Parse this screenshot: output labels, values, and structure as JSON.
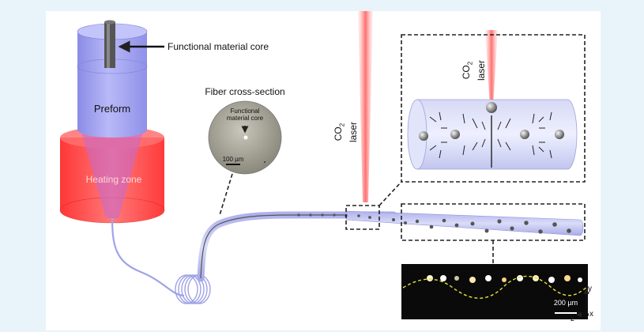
{
  "labels": {
    "functional_core": "Functional material core",
    "preform": "Preform",
    "heating_zone": "Heating zone",
    "fiber_cross_section": "Fiber cross-section",
    "cs_core_line1": "Functional",
    "cs_core_line2": "material core",
    "scale_100": "100 µm",
    "laser_co": "CO",
    "laser_sub": "2",
    "laser_word": "laser",
    "scale_200": "200 µm",
    "axis_y": "y",
    "axis_x": "x",
    "axis_z": "z"
  },
  "colors": {
    "background": "#e9f3fa",
    "preform": "#a9aaf2",
    "heating": "#ff3a3a",
    "fiber": "#c4c6ef",
    "laser": "#ff9e9e",
    "dashed_box": "#222222",
    "inset_bg": "#0a0a0a",
    "wave": "#e8e23a"
  }
}
